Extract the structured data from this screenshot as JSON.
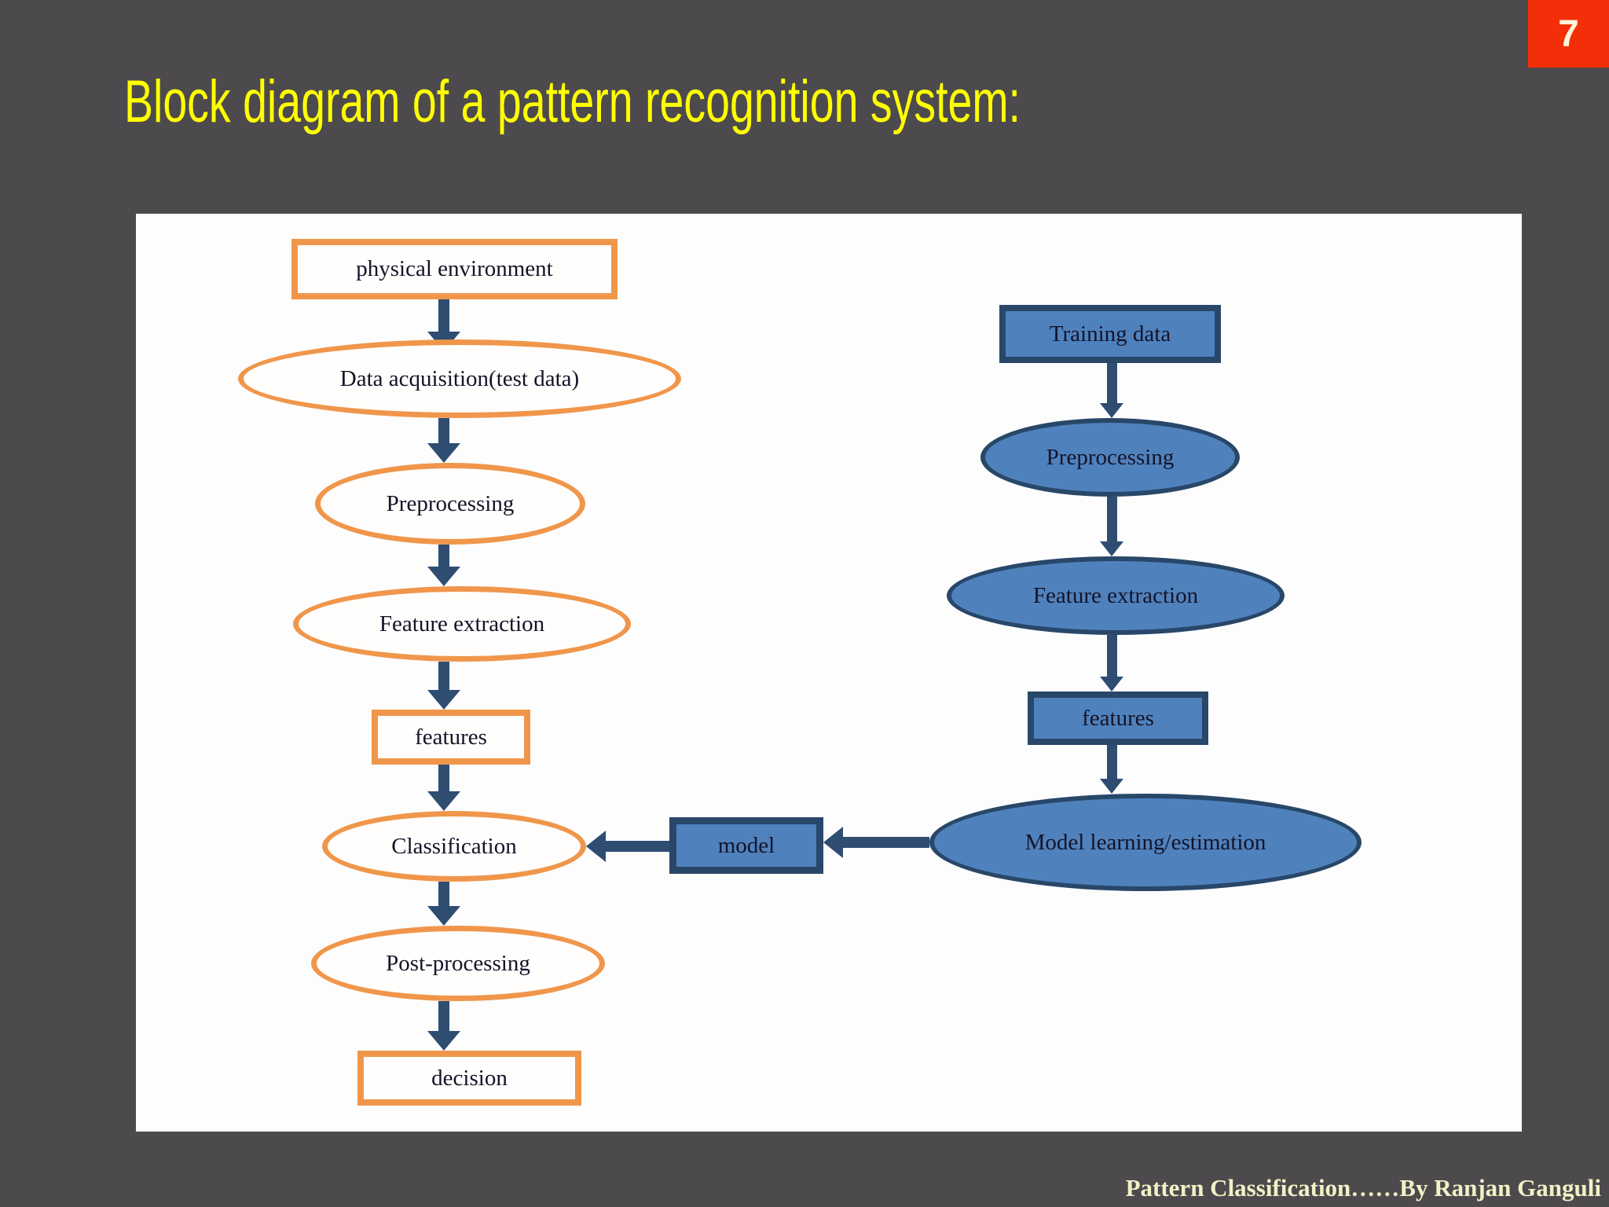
{
  "slide": {
    "page_number": "7",
    "title": "Block diagram of a pattern recognition system:",
    "footer": "Pattern Classification……By Ranjan Ganguli"
  },
  "colors": {
    "background": "#4d4a4d",
    "badge_red": "#f22f08",
    "title_yellow": "#ffff00",
    "footer_cream": "#f1f1c6",
    "panel_white": "#fdfdfe",
    "orange_outline": "#f0964b",
    "blue_fill": "#4f81bd",
    "navy_border": "#284769",
    "arrow_navy": "#2e4d71",
    "diagram_text": "#141428"
  },
  "diagram": {
    "test_pipeline": {
      "nodes": [
        {
          "label": "physical environment",
          "shape": "rect"
        },
        {
          "label": "Data acquisition(test data)",
          "shape": "ellipse"
        },
        {
          "label": "Preprocessing",
          "shape": "ellipse"
        },
        {
          "label": "Feature extraction",
          "shape": "ellipse"
        },
        {
          "label": "features",
          "shape": "rect"
        },
        {
          "label": "Classification",
          "shape": "ellipse"
        },
        {
          "label": "Post-processing",
          "shape": "ellipse"
        },
        {
          "label": "decision",
          "shape": "rect"
        }
      ]
    },
    "training_pipeline": {
      "nodes": [
        {
          "label": "Training data",
          "shape": "rect"
        },
        {
          "label": "Preprocessing",
          "shape": "ellipse"
        },
        {
          "label": "Feature extraction",
          "shape": "ellipse"
        },
        {
          "label": "features",
          "shape": "rect"
        },
        {
          "label": "Model learning/estimation",
          "shape": "ellipse"
        }
      ]
    },
    "link_node": {
      "label": "model",
      "shape": "rect"
    },
    "edges": [
      "physical environment -> Data acquisition(test data)",
      "Data acquisition(test data) -> Preprocessing",
      "Preprocessing -> Feature extraction",
      "Feature extraction -> features",
      "features -> Classification",
      "Classification -> Post-processing",
      "Post-processing -> decision",
      "Training data -> Preprocessing",
      "Preprocessing -> Feature extraction",
      "Feature extraction -> features",
      "features -> Model learning/estimation",
      "Model learning/estimation -> model",
      "model -> Classification"
    ]
  }
}
